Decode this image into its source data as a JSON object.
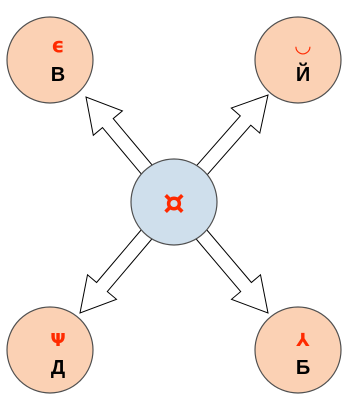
{
  "center": {
    "symbol": "¤",
    "fill": "#cfdfec",
    "symbol_color": "#ff2a00"
  },
  "nodes": [
    {
      "id": "top-left",
      "symbol": "ϵ",
      "letter": "В"
    },
    {
      "id": "top-right",
      "symbol": "◡",
      "letter": "Й"
    },
    {
      "id": "bottom-left",
      "symbol": "Ψ",
      "letter": "Д"
    },
    {
      "id": "bottom-right",
      "symbol": "⅄",
      "letter": "Б"
    }
  ],
  "colors": {
    "node_fill": "#fbd1b4",
    "node_stroke": "#505050",
    "symbol": "#ff2a00",
    "letter": "#000000",
    "arrow_fill": "#ffffff",
    "arrow_stroke": "#000000"
  }
}
